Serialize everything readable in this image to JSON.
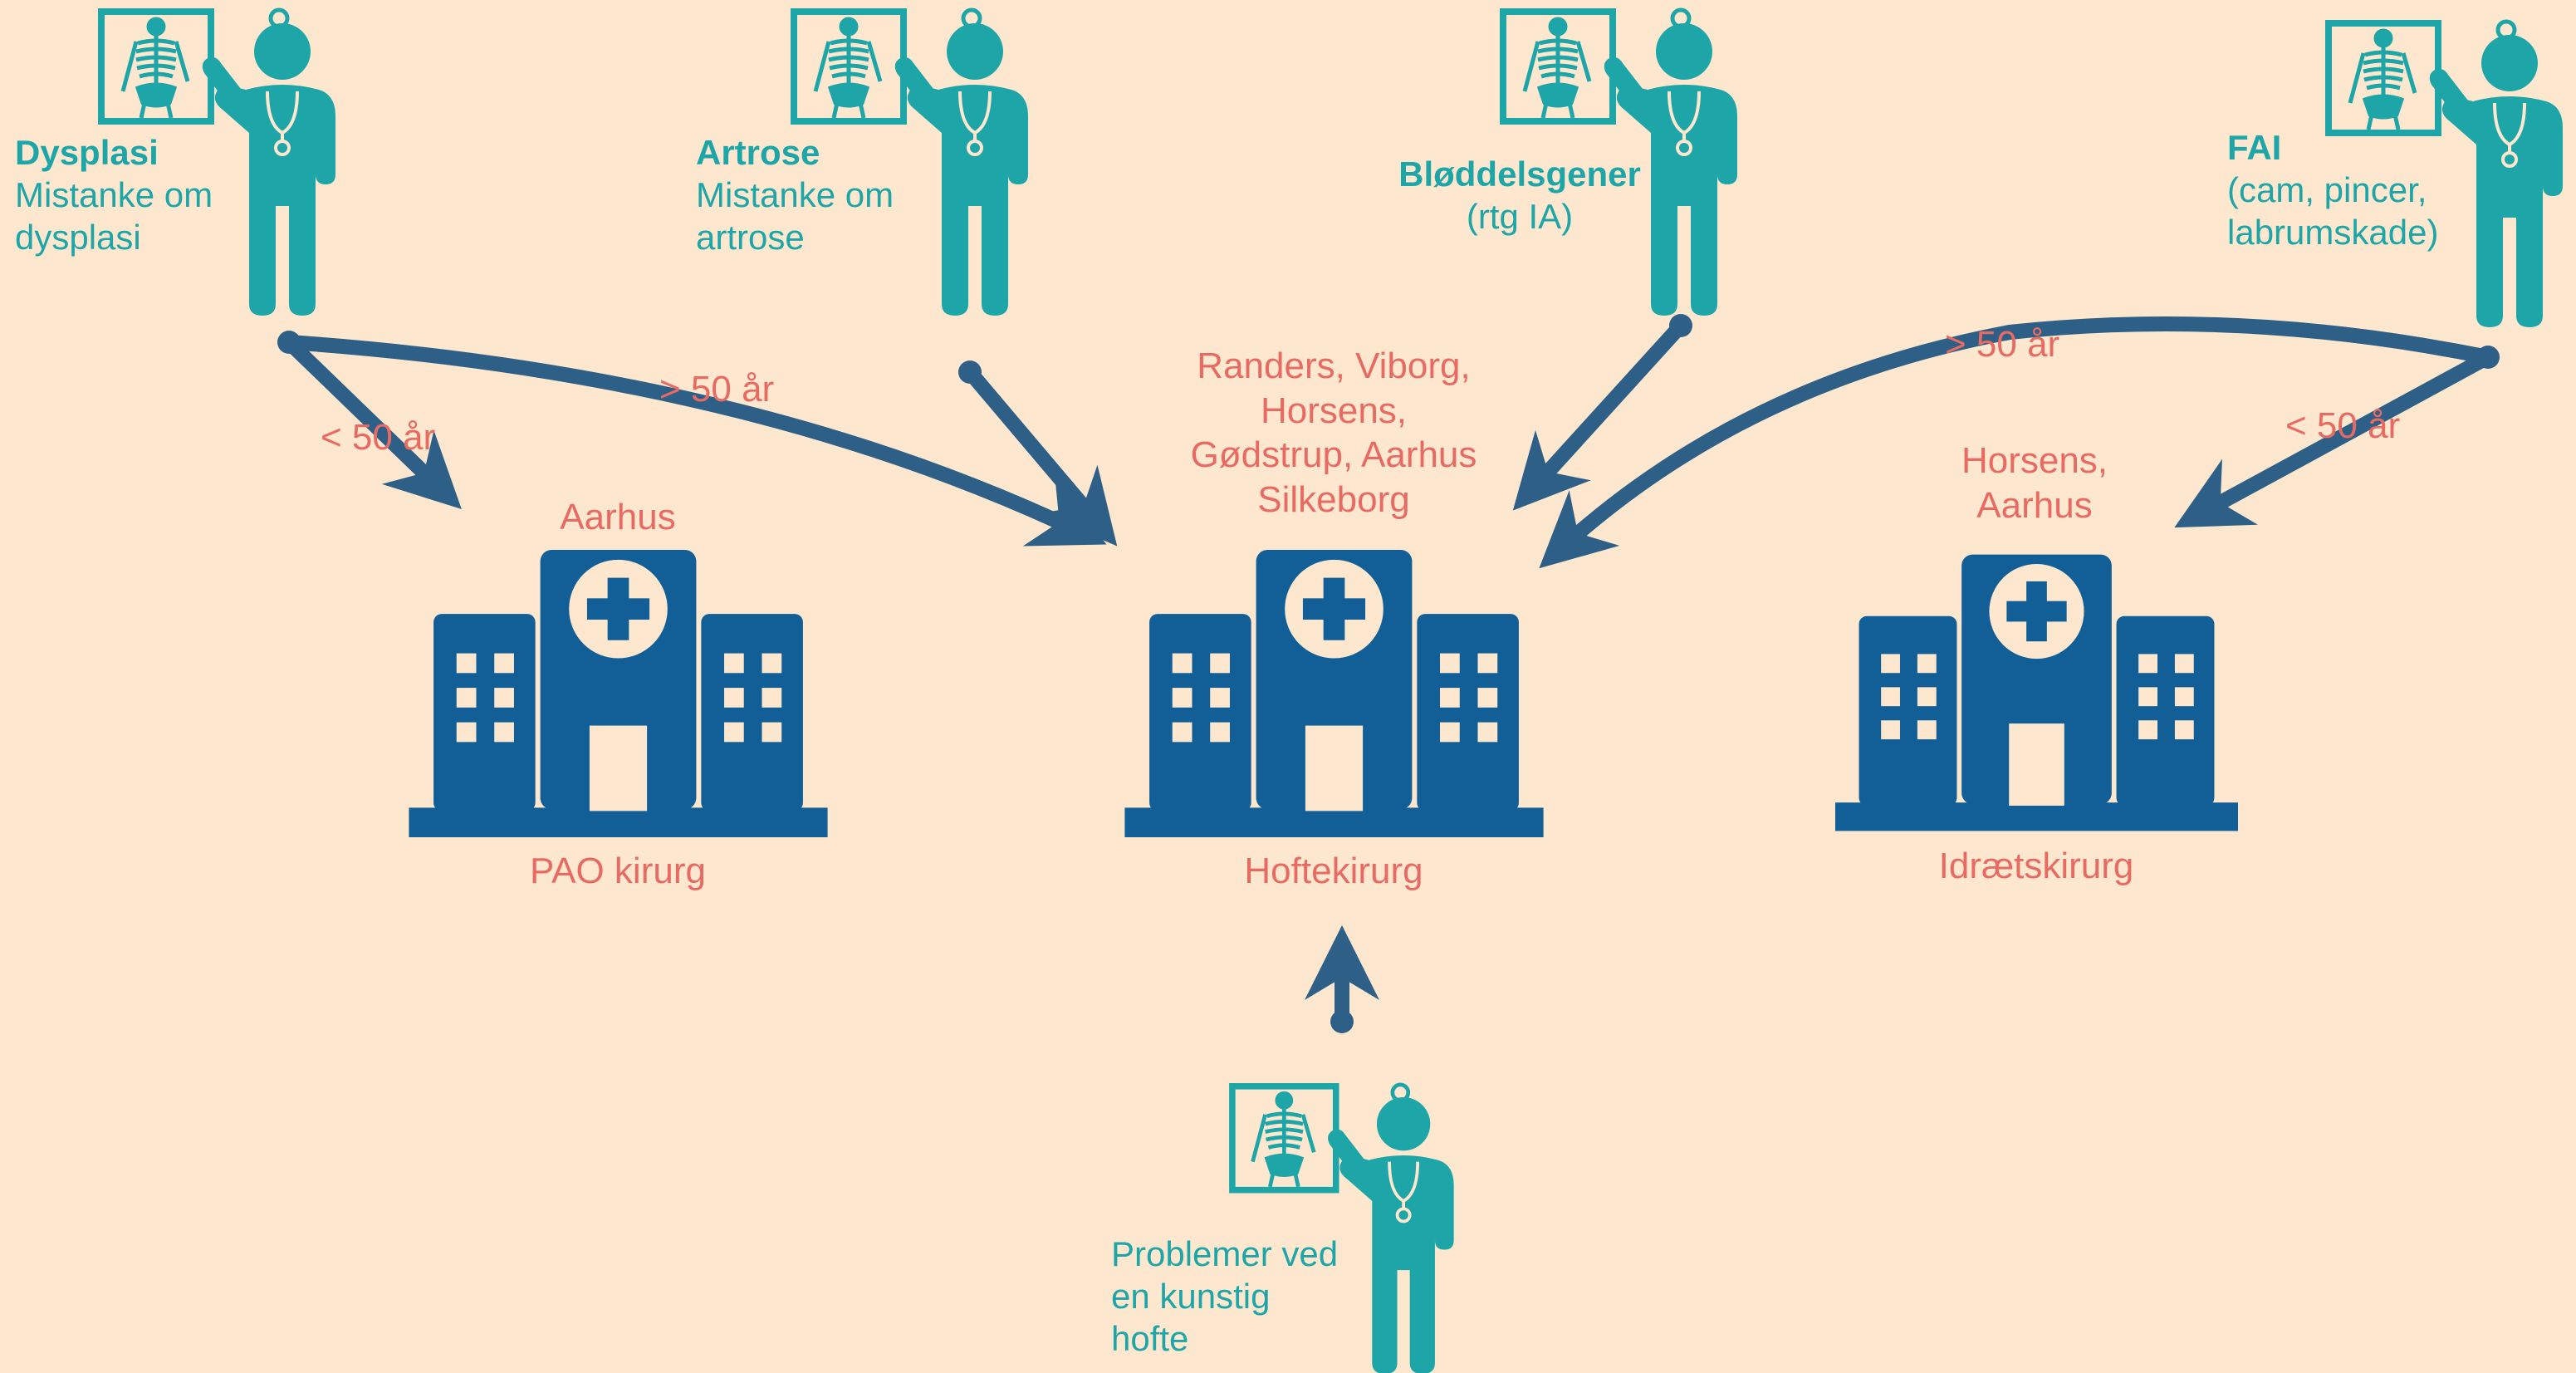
{
  "colors": {
    "background": "#fde8cf",
    "teal": "#1ea5a8",
    "navy": "#115f96",
    "arrow": "#2e5f86",
    "coral": "#e86b63"
  },
  "doctors": [
    {
      "icon": "doctor-xray-icon",
      "title": "Dysplasi",
      "lines": [
        "Mistanke om",
        "dysplasi"
      ]
    },
    {
      "icon": "doctor-xray-icon",
      "title": "Artrose",
      "lines": [
        "Mistanke om",
        "artrose"
      ]
    },
    {
      "icon": "doctor-xray-icon",
      "title": "Bløddelsgener",
      "lines": [
        "(rtg IA)"
      ]
    },
    {
      "icon": "doctor-xray-icon",
      "title": "FAI",
      "lines": [
        "(cam, pincer,",
        "labrumskade)"
      ]
    },
    {
      "icon": "doctor-xray-icon",
      "title": "",
      "lines": [
        "Problemer ved",
        "en kunstig",
        "hofte"
      ]
    }
  ],
  "hospitals": [
    {
      "icon": "hospital-icon",
      "locations": [
        "Aarhus"
      ],
      "name": "PAO kirurg"
    },
    {
      "icon": "hospital-icon",
      "locations": [
        "Randers, Viborg,",
        "Horsens,",
        "Gødstrup, Aarhus",
        "Silkeborg"
      ],
      "name": "Hoftekirurg"
    },
    {
      "icon": "hospital-icon",
      "locations": [
        "Horsens,",
        "Aarhus"
      ],
      "name": "Idrætskirurg"
    }
  ],
  "age_labels": {
    "dysplasi_under": "< 50 år",
    "dysplasi_over": "> 50 år",
    "fai_over": "> 50 år",
    "fai_under": "< 50 år"
  }
}
